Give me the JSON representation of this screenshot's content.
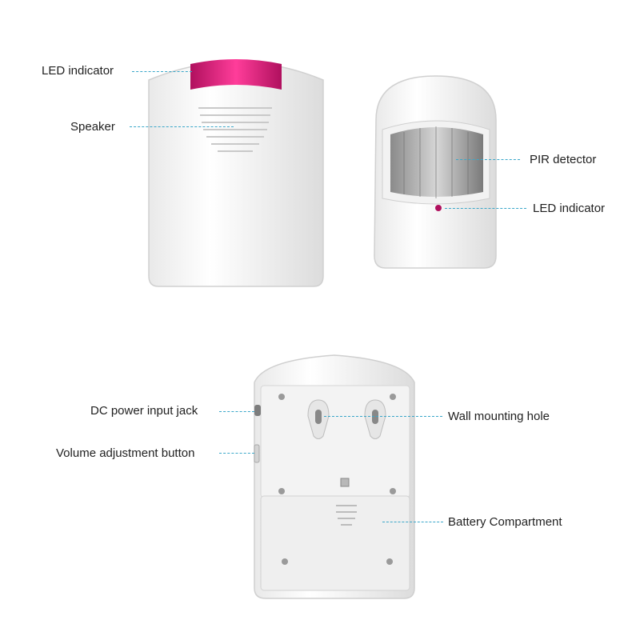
{
  "accent_color": "#3aa7c9",
  "led_color": "#e0167a",
  "labels": {
    "receiver_led": "LED indicator",
    "speaker": "Speaker",
    "pir_detector": "PIR detector",
    "sensor_led": "LED indicator",
    "dc_power": "DC power input jack",
    "volume_button": "Volume adjustment button",
    "wall_mount": "Wall mounting hole",
    "battery": "Battery Compartment"
  }
}
